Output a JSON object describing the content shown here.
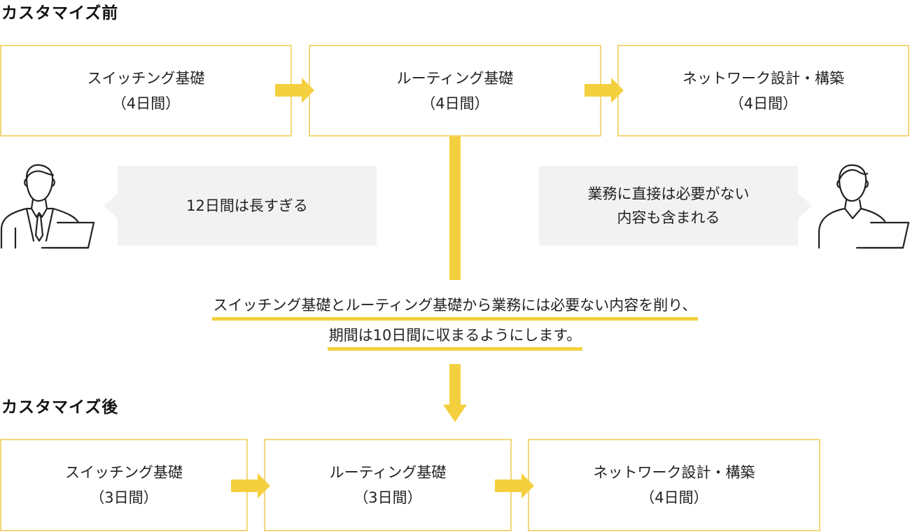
{
  "before": {
    "heading": "カスタマイズ前",
    "steps": [
      {
        "name": "スイッチング基礎",
        "duration": "（4日間）"
      },
      {
        "name": "ルーティング基礎",
        "duration": "（4日間）"
      },
      {
        "name": "ネットワーク設計・構築",
        "duration": "（4日間）"
      }
    ]
  },
  "comments": {
    "left": {
      "lines": [
        "12日間は長すぎる"
      ]
    },
    "right": {
      "lines": [
        "業務に直接は必要がない",
        "内容も含まれる"
      ]
    }
  },
  "summary": {
    "lines": [
      "スイッチング基礎とルーティング基礎から業務には必要ない内容を削り、",
      "期間は10日間に収まるようにします。"
    ]
  },
  "after": {
    "heading": "カスタマイズ後",
    "steps": [
      {
        "name": "スイッチング基礎",
        "duration": "（3日間）"
      },
      {
        "name": "ルーティング基礎",
        "duration": "（3日間）"
      },
      {
        "name": "ネットワーク設計・構築",
        "duration": "（4日間）"
      }
    ]
  },
  "colors": {
    "accent_yellow": "#f4d03f",
    "box_border": "#f3d77a",
    "bubble_bg": "#f2f2f2"
  },
  "icons": [
    "person-with-tie-laptop-icon",
    "person-laptop-icon",
    "arrow-right-icon",
    "arrow-down-icon"
  ]
}
